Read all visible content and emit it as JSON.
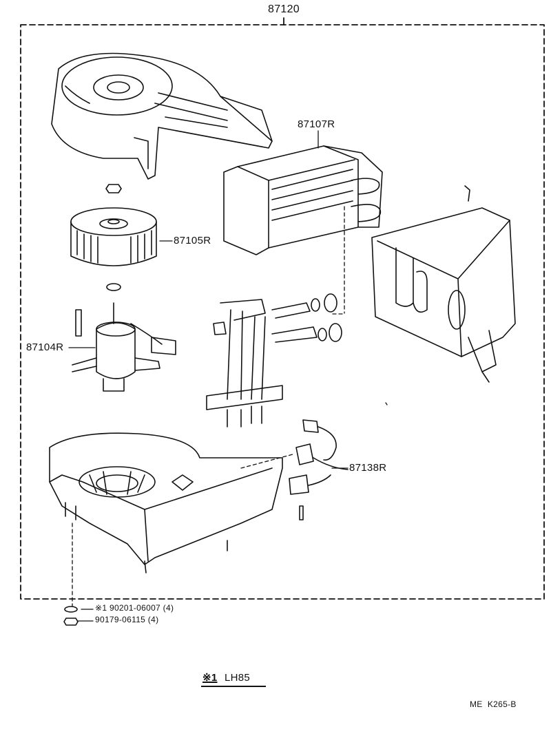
{
  "assembly_number": "87120",
  "parts": {
    "heater_core": "87107R",
    "blower_fan": "87105R",
    "blower_motor": "87104R",
    "wire_harness": "87138R"
  },
  "fasteners": [
    {
      "mark": "※1",
      "number": "90201-06007",
      "qty": "(4)"
    },
    {
      "mark": "",
      "number": "90179-06115",
      "qty": "(4)"
    }
  ],
  "footnote": {
    "mark": "※1",
    "text": "LH85"
  },
  "drawing_code": "ME  K265-B"
}
